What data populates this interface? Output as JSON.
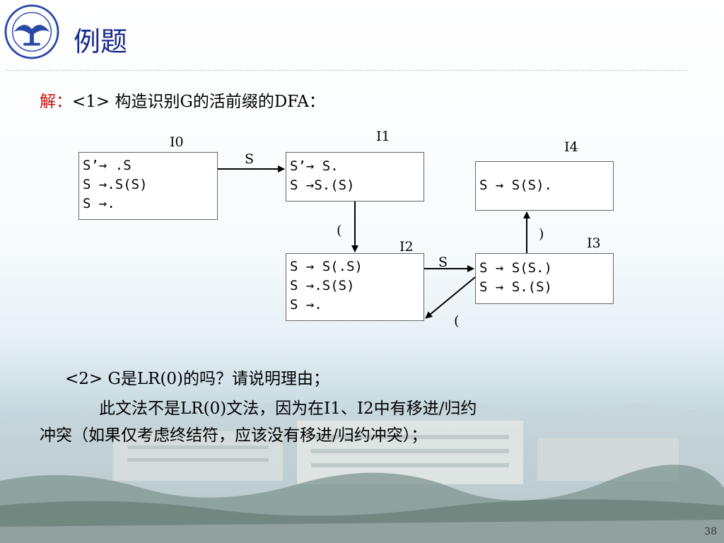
{
  "slide": {
    "title": "例题",
    "line1_prefix": "解：",
    "line1_rest": "<1> 构造识别G的活前缀的DFA：",
    "question2": "<2> G是LR(0)的吗？请说明理由；",
    "answer_line1": "此文法不是LR(0)文法，因为在I1、I2中有移进/归约",
    "answer_line2": "冲突（如果仅考虑终结符，应该没有移进/归约冲突）；",
    "page_number": "38"
  },
  "diagram": {
    "states": [
      {
        "name": "I0",
        "items": [
          "S’→ .S",
          "S →.S(S)",
          "S →."
        ]
      },
      {
        "name": "I1",
        "items": [
          "S’→ S.",
          "S →S.(S)"
        ]
      },
      {
        "name": "I2",
        "items": [
          "S → S(.S)",
          "S →.S(S)",
          "S →."
        ]
      },
      {
        "name": "I3",
        "items": [
          "S → S(S.)",
          "S → S.(S)"
        ]
      },
      {
        "name": "I4",
        "items": [
          "S → S(S)."
        ]
      }
    ],
    "transitions": [
      {
        "from": "I0",
        "to": "I1",
        "symbol": "S"
      },
      {
        "from": "I1",
        "to": "I2",
        "symbol": "("
      },
      {
        "from": "I2",
        "to": "I3",
        "symbol": "S"
      },
      {
        "from": "I3",
        "to": "I4",
        "symbol": ")"
      },
      {
        "from": "I3",
        "to": "I2",
        "symbol": "("
      }
    ]
  }
}
